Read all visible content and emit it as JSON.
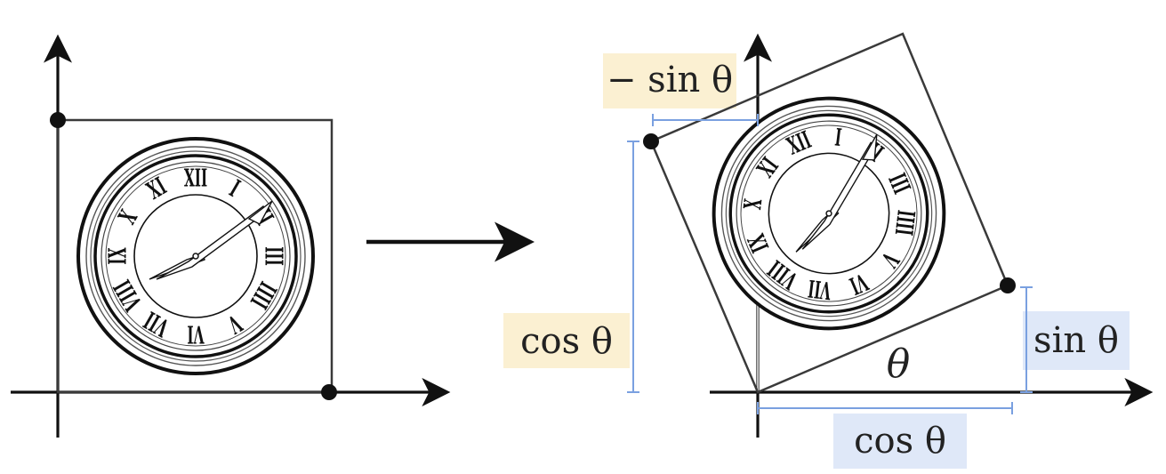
{
  "labels": {
    "neg_sin_theta": "− sin θ",
    "cos_theta_left": "cos θ",
    "sin_theta_right": "sin θ",
    "cos_theta_bottom": "cos θ",
    "theta": "θ"
  },
  "colors": {
    "ink": "#111111",
    "frame": "#3a3a3a",
    "measure": "#7aa0e0",
    "highlight_yellow": "#fbf0d2",
    "highlight_blue": "#dfe8f8"
  },
  "clock": {
    "numerals": [
      "XII",
      "I",
      "II",
      "III",
      "IIII",
      "V",
      "VI",
      "VII",
      "VIII",
      "IX",
      "X",
      "XI"
    ]
  }
}
